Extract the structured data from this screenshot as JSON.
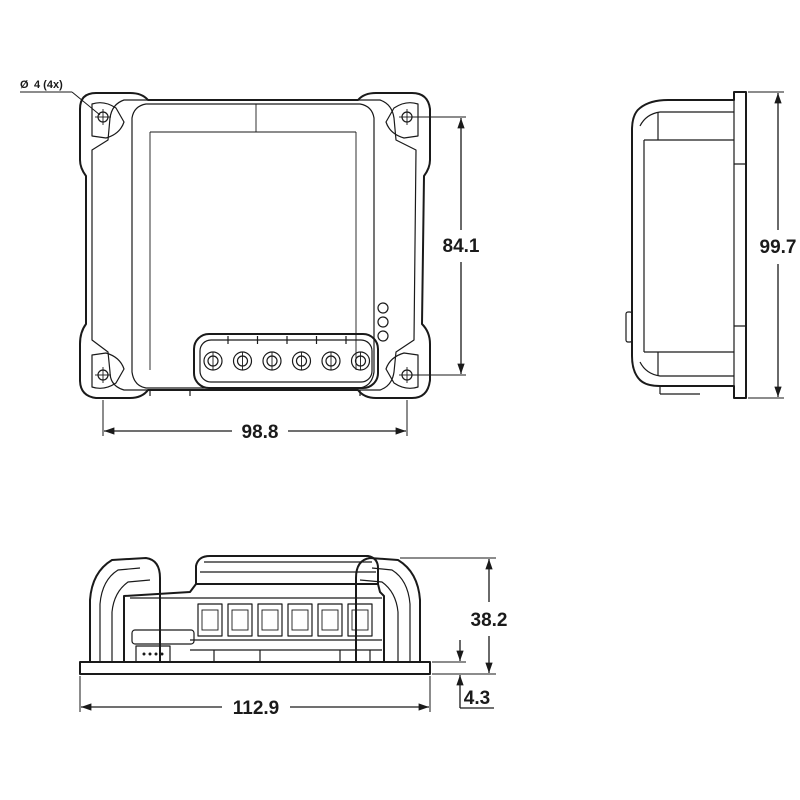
{
  "dimensions": {
    "hole_note_symbol": "Ø",
    "hole_note": "4 (4x)",
    "front_width": "98.8",
    "front_height": "84.1",
    "side_height": "99.7",
    "bottom_height": "38.2",
    "bottom_width": "112.9",
    "flange_height": "4.3"
  }
}
